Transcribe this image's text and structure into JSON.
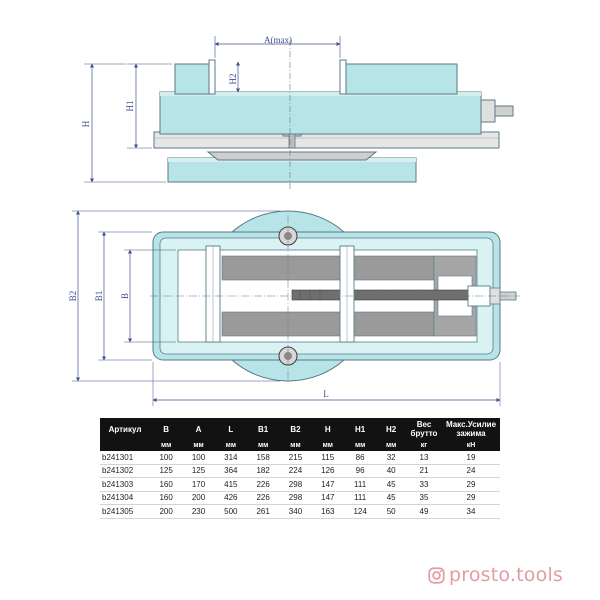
{
  "drawing": {
    "side_view": {
      "dim_A": "A(max)",
      "dim_H": "H",
      "dim_H1": "H1",
      "dim_H2": "H2"
    },
    "top_view": {
      "dim_B2": "B2",
      "dim_B1": "B1",
      "dim_B": "B",
      "dim_L": "L"
    },
    "colors": {
      "body_fill": "#b7e4e6",
      "outline": "#5a7a86",
      "jaw_fill": "#9a9a9a",
      "dimension_line": "#3f4f8f"
    }
  },
  "table": {
    "headers": [
      "Артикул",
      "B",
      "A",
      "L",
      "B1",
      "B2",
      "H",
      "H1",
      "H2",
      "Вес брутто",
      "Макс.Усилие зажима"
    ],
    "units": [
      "",
      "мм",
      "мм",
      "мм",
      "мм",
      "мм",
      "мм",
      "мм",
      "мм",
      "кг",
      "кН"
    ],
    "rows": [
      [
        "b241301",
        "100",
        "100",
        "314",
        "158",
        "215",
        "115",
        "86",
        "32",
        "13",
        "19"
      ],
      [
        "b241302",
        "125",
        "125",
        "364",
        "182",
        "224",
        "126",
        "96",
        "40",
        "21",
        "24"
      ],
      [
        "b241303",
        "160",
        "170",
        "415",
        "226",
        "298",
        "147",
        "111",
        "45",
        "33",
        "29"
      ],
      [
        "b241304",
        "160",
        "200",
        "426",
        "226",
        "298",
        "147",
        "111",
        "45",
        "35",
        "29"
      ],
      [
        "b241305",
        "200",
        "230",
        "500",
        "261",
        "340",
        "163",
        "124",
        "50",
        "49",
        "34"
      ]
    ]
  },
  "watermark": {
    "text": "prosto.tools",
    "icon": "instagram-icon",
    "color": "#e59aa4"
  }
}
